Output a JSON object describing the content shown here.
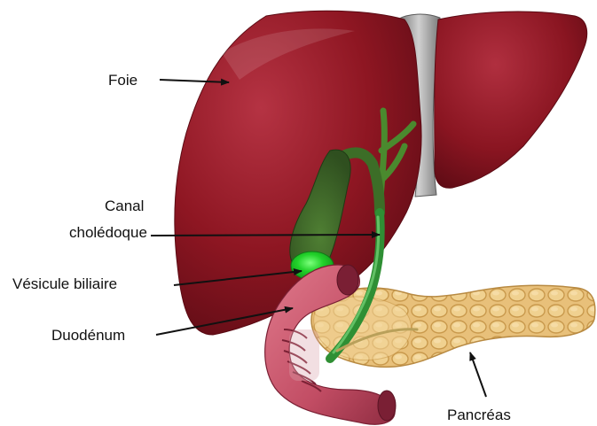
{
  "labels": {
    "foie": "Foie",
    "canal_line1": "Canal",
    "canal_line2": "cholédoque",
    "vesicule": "Vésicule biliaire",
    "duodenum": "Duodénum",
    "pancreas": "Pancréas"
  },
  "colors": {
    "liver": "#8e1622",
    "liver_light": "#b53343",
    "gallbladder": "#3e6b2a",
    "gallbladder_bright": "#22d22a",
    "bile_duct": "#35a13a",
    "ligament": "#9a9a9a",
    "duodenum": "#c9536a",
    "pancreas": "#e7bf78",
    "arrow": "#111111"
  }
}
